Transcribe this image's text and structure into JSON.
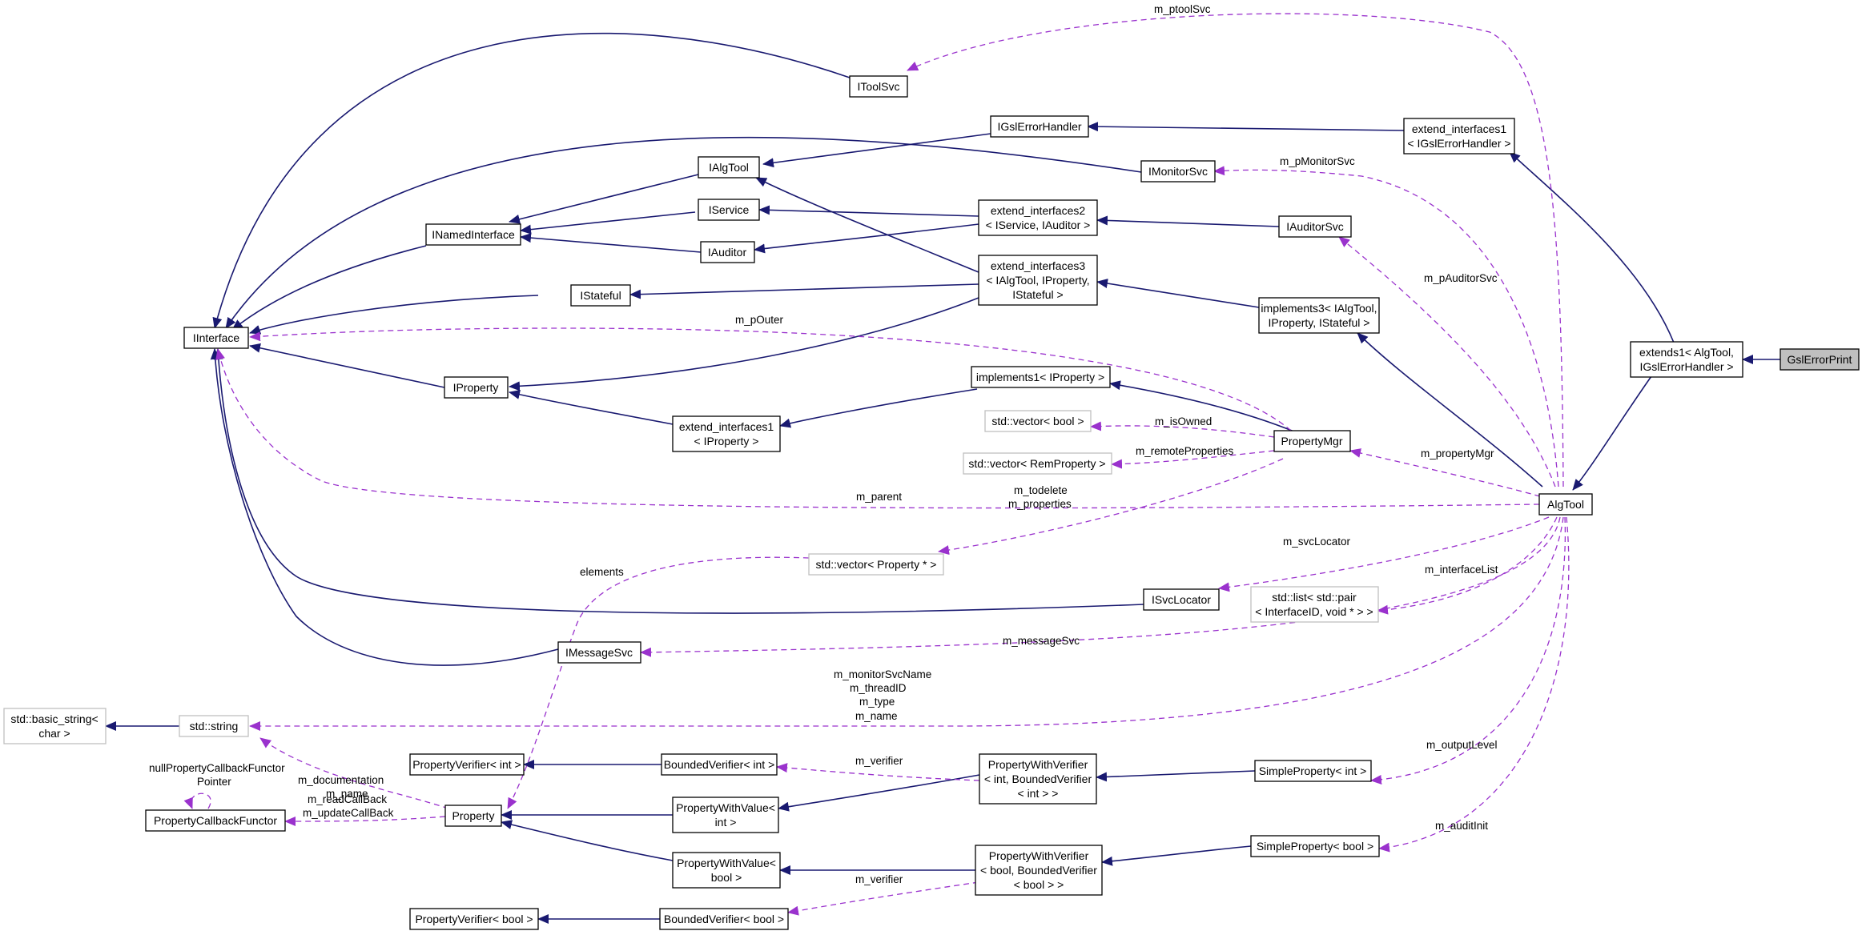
{
  "nodes": {
    "iinterface": "IInterface",
    "inamedinterface": "INamedInterface",
    "itoolsvc": "IToolSvc",
    "igslerrorhandler": "IGslErrorHandler",
    "ext_igsl_1": "extend_interfaces1",
    "ext_igsl_2": "< IGslErrorHandler >",
    "ialgtool": "IAlgTool",
    "imonitorsvc": "IMonitorSvc",
    "iservice": "IService",
    "iauditor": "IAuditor",
    "ext2_1": "extend_interfaces2",
    "ext2_2": "< IService, IAuditor >",
    "iauditorsvc": "IAuditorSvc",
    "istateful": "IStateful",
    "ext3_1": "extend_interfaces3",
    "ext3_2": "< IAlgTool, IProperty,",
    "ext3_3": "IStateful >",
    "impl3_1": "implements3< IAlgTool,",
    "impl3_2": "IProperty, IStateful >",
    "extends1_1": "extends1< AlgTool,",
    "extends1_2": "IGslErrorHandler >",
    "gslerrorprint": "GslErrorPrint",
    "iproperty": "IProperty",
    "impl1": "implements1< IProperty >",
    "extp_1": "extend_interfaces1",
    "extp_2": "< IProperty >",
    "vecbool": "std::vector< bool >",
    "vecrem": "std::vector< RemProperty >",
    "propertymgr": "PropertyMgr",
    "algtool": "AlgTool",
    "vecprop": "std::vector< Property * >",
    "isvclocator": "ISvcLocator",
    "stdlist_1": "std::list< std::pair",
    "stdlist_2": "< InterfaceID, void * > >",
    "imessagesvc": "IMessageSvc",
    "basicstring_1": "std::basic_string<",
    "basicstring_2": "char >",
    "stdstring": "std::string",
    "pverint": "PropertyVerifier< int >",
    "bverint": "BoundedVerifier< int >",
    "pwverint_1": "PropertyWithVerifier",
    "pwverint_2": "< int, BoundedVerifier",
    "pwverint_3": "< int > >",
    "simpleint": "SimpleProperty< int >",
    "pcbf": "PropertyCallbackFunctor",
    "property": "Property",
    "pwvint_1": "PropertyWithValue<",
    "pwvint_2": "int >",
    "pwvbool_1": "PropertyWithValue<",
    "pwvbool_2": "bool >",
    "pwverbool_1": "PropertyWithVerifier",
    "pwverbool_2": "< bool, BoundedVerifier",
    "pwverbool_3": "< bool > >",
    "simplebool": "SimpleProperty< bool >",
    "pverbool": "PropertyVerifier< bool >",
    "bverbool": "BoundedVerifier< bool >"
  },
  "edge_labels": {
    "ptoolsvc": "m_ptoolSvc",
    "pmonitorsvc": "m_pMonitorSvc",
    "pauditorsvc": "m_pAuditorSvc",
    "pouter": "m_pOuter",
    "isowned": "m_isOwned",
    "remoteprops": "m_remoteProperties",
    "propertymgr": "m_propertyMgr",
    "parent": "m_parent",
    "todelete": "m_todelete",
    "properties": "m_properties",
    "elements": "elements",
    "svclocator": "m_svcLocator",
    "interfacelist": "m_interfaceList",
    "messagesvc": "m_messageSvc",
    "monitorsvcname": "m_monitorSvcName",
    "threadid": "m_threadID",
    "type": "m_type",
    "name": "m_name",
    "documentation": "m_documentation",
    "name2": "m_name",
    "nullpcbf_1": "nullPropertyCallbackFunctor",
    "nullpcbf_2": "Pointer",
    "readcallback": "m_readCallBack",
    "updatecallback": "m_updateCallBack",
    "verifier_int": "m_verifier",
    "outputlevel": "m_outputLevel",
    "auditinit": "m_auditInit",
    "verifier_bool": "m_verifier"
  },
  "colors": {
    "inheritance": "#191970",
    "usage": "#9a32cd",
    "node_border": "#000000",
    "node_border_external": "#bfbfbf",
    "focus_fill": "#bfbfbf"
  }
}
